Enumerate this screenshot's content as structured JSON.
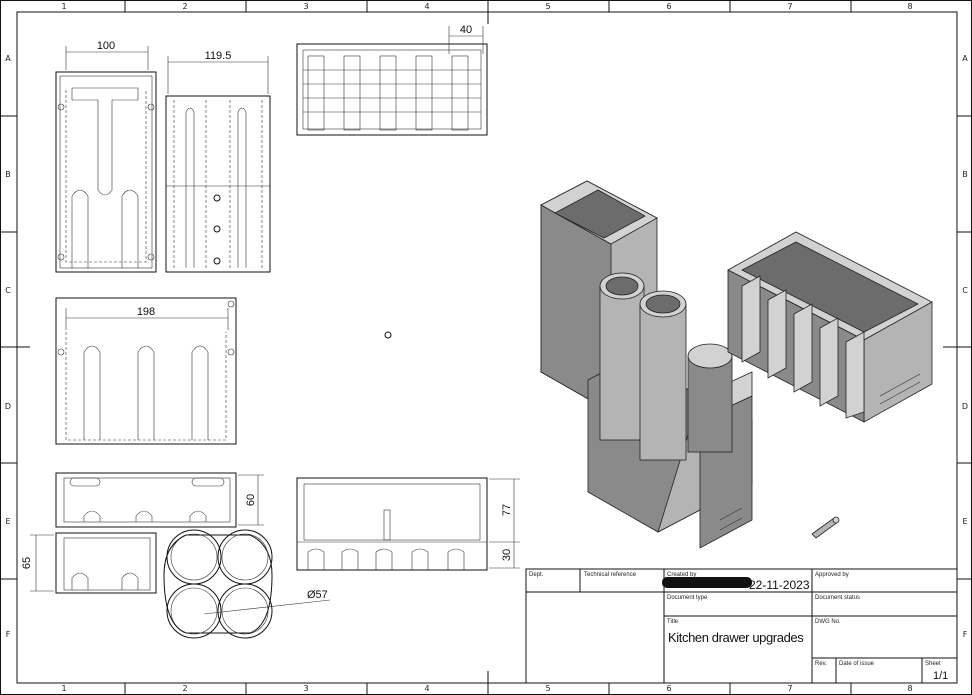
{
  "zones": {
    "columns": [
      "1",
      "2",
      "3",
      "4",
      "5",
      "6",
      "7",
      "8"
    ],
    "rows": [
      "A",
      "B",
      "C",
      "D",
      "E",
      "F"
    ]
  },
  "dimensions": {
    "front_width": "100",
    "side_width": "119.5",
    "slot_pitch": "40",
    "bottom_width": "198",
    "wall_height": "60",
    "cup_height": "65",
    "box_height": "77",
    "foot_height": "30",
    "cup_diameter": "Ø57"
  },
  "title_block": {
    "dept_label": "Dept.",
    "tech_ref_label": "Technical reference",
    "created_by_label": "Created by",
    "created_date": "22-11-2023",
    "approved_by_label": "Approved by",
    "doc_type_label": "Document type",
    "doc_status_label": "Document status",
    "title_label": "Title",
    "title_value": "Kitchen drawer upgrades",
    "dwg_no_label": "DWG No.",
    "rev_label": "Rev.",
    "date_issue_label": "Date of issue",
    "sheet_label": "Sheet",
    "sheet_value": "1/1"
  }
}
